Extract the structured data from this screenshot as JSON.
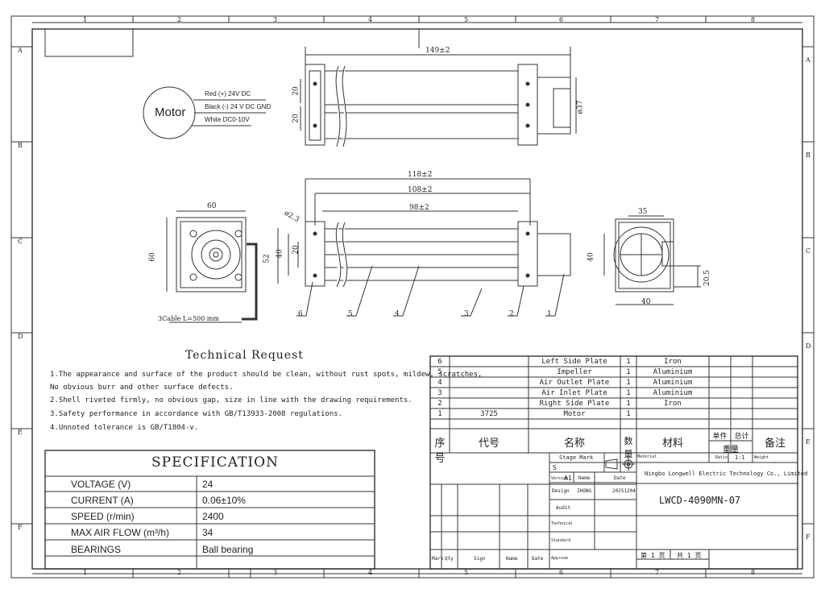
{
  "zones": {
    "cols": [
      "1",
      "2",
      "3",
      "4",
      "5",
      "6",
      "7",
      "8"
    ],
    "rows": [
      "A",
      "B",
      "C",
      "D",
      "E",
      "F"
    ]
  },
  "motor": {
    "label": "Motor",
    "wires": [
      "Red (+) 24V DC",
      "Black (-) 24 V DC GND",
      "White DC0-10V"
    ]
  },
  "dims": {
    "top_length": "149±2",
    "top_h1": "20",
    "top_h2": "20",
    "top_dia": "ø37",
    "d118": "118±2",
    "d108": "108±2",
    "d98": "98±2",
    "front_w": "60",
    "front_h": "60",
    "hole": "ø2.3",
    "d52": "52",
    "d40a": "40",
    "d20": "20",
    "side_35": "35",
    "side_40h": "40",
    "side_40w": "40",
    "side_205": "20.5",
    "cable": "3Cable  L=500 mm",
    "callouts": [
      "6",
      "5",
      "4",
      "3",
      "2",
      "1"
    ]
  },
  "tech": {
    "title": "Technical Request",
    "lines": [
      "1.The appearance and surface of the product should be clean, without rust spots, mildew, scratches,",
      "  No obvious burr and other surface defects.",
      "2.Shell riveted firmly, no obvious gap, size in line with the drawing requirements.",
      "3.Safety performance in accordance with GB/T13933-2008 regulations.",
      "4.Unnoted tolerance is GB/T1804-v."
    ]
  },
  "spec": {
    "title": "SPECIFICATION",
    "rows": [
      {
        "label": "VOLTAGE  (V)",
        "value": "24"
      },
      {
        "label": "CURRENT   (A)",
        "value": "0.06±10%"
      },
      {
        "label": "SPEED    (r/min)",
        "value": "2400"
      },
      {
        "label": "MAX AIR FLOW   (m³/h)",
        "value": "34"
      },
      {
        "label": "BEARINGS",
        "value": "Ball bearing"
      }
    ]
  },
  "bom": {
    "rows": [
      {
        "no": "6",
        "code": "",
        "name": "Left Side Plate",
        "qty": "1",
        "mat": "Iron"
      },
      {
        "no": "5",
        "code": "",
        "name": "Impeller",
        "qty": "1",
        "mat": "Aluminium"
      },
      {
        "no": "4",
        "code": "",
        "name": "Air Outlet Plate",
        "qty": "1",
        "mat": "Aluminium"
      },
      {
        "no": "3",
        "code": "",
        "name": "Air Inlet Plate",
        "qty": "1",
        "mat": "Aluminium"
      },
      {
        "no": "2",
        "code": "",
        "name": "Right Side Plate",
        "qty": "1",
        "mat": "Iron"
      },
      {
        "no": "1",
        "code": "3725",
        "name": "Motor",
        "qty": "1",
        "mat": ""
      }
    ],
    "header": {
      "no": "序号",
      "code": "代号",
      "name": "名称",
      "qty": "数量",
      "mat": "材料",
      "unit": "单件",
      "total": "总计",
      "weight": "重量",
      "note": "备注"
    }
  },
  "titleblock": {
    "stage_mark": "Stage Mark",
    "stage_s": "S",
    "version_label": "Version",
    "version": "A1",
    "name_label": "Name",
    "date_label": "Date",
    "material_label": "Material",
    "ratio_label": "Ratio",
    "ratio": "1:1",
    "weight_label": "Weight",
    "company": "Ningbo Longwell Electric Technology  Co., Limited",
    "design_label": "Design",
    "designer": "ZHONG",
    "design_date": "20251204",
    "drawing_no": "LWCD-4090MN-07",
    "audit": "Audit",
    "technical": "Technical",
    "standard": "Standard",
    "approve": "Approve",
    "mark": "Mark",
    "qty": "Qty",
    "sign": "Sign",
    "name": "Name",
    "date": "Date",
    "page": "第 1 页",
    "total": "共 1 页"
  }
}
